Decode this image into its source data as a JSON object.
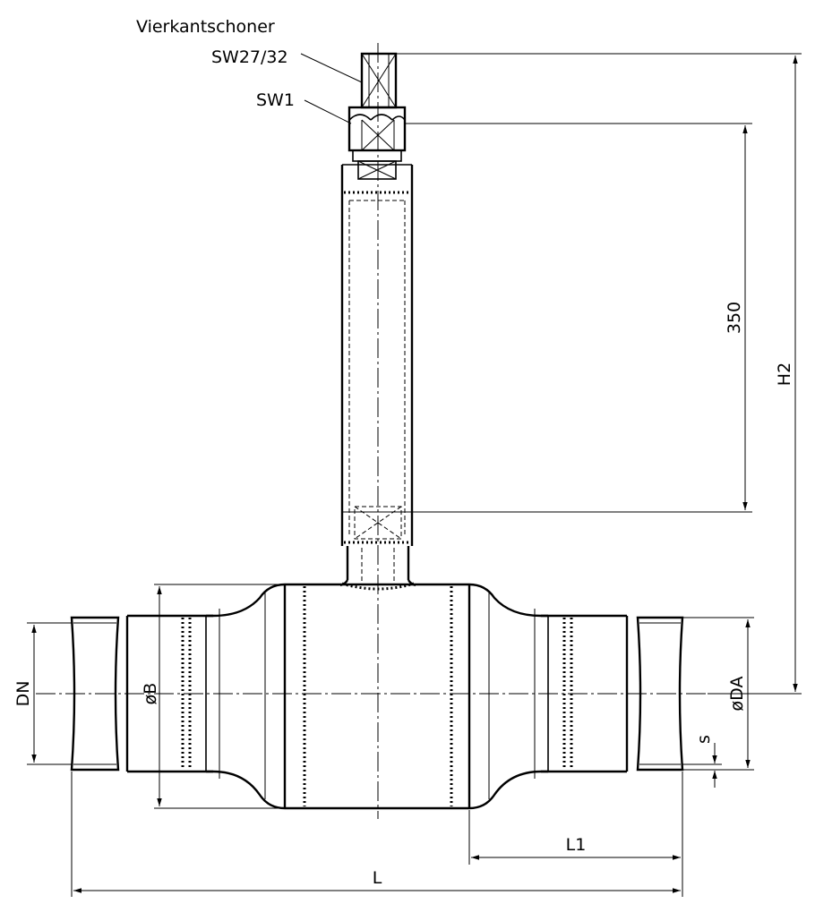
{
  "labels": {
    "vierkantschoner": "Vierkantschoner",
    "sw27_32": "SW27/32",
    "sw1": "SW1",
    "dim_350": "350",
    "dim_h2": "H2",
    "dim_dn": "DN",
    "dim_b": "øB",
    "dim_da": "øDA",
    "dim_s": "s",
    "dim_l1": "L1",
    "dim_l": "L"
  }
}
